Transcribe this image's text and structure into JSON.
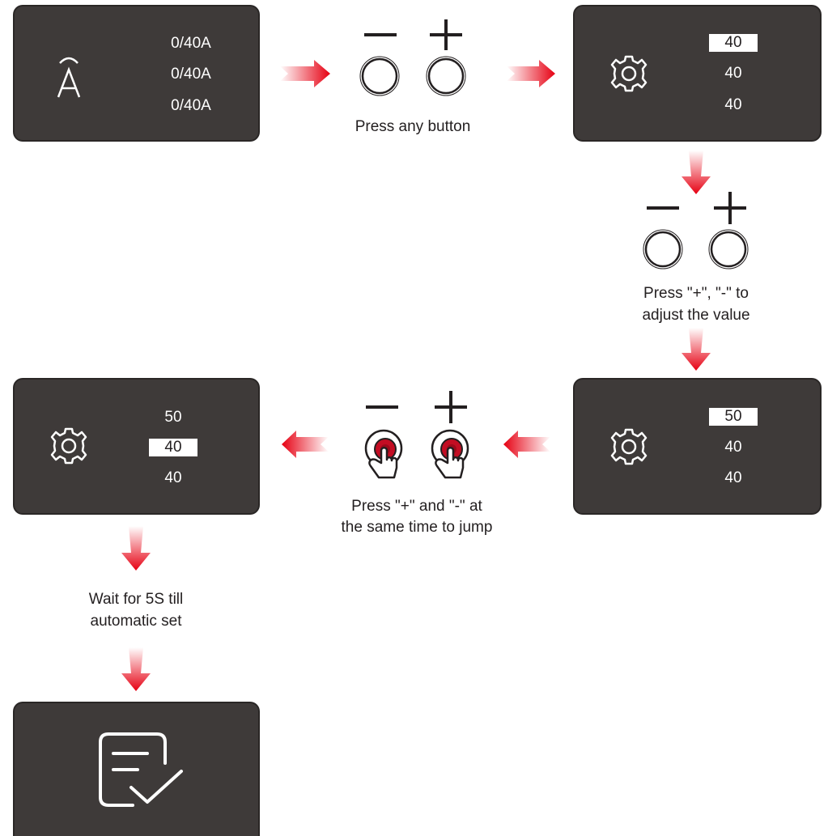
{
  "panels": {
    "current": {
      "values": [
        "0/40A",
        "0/40A",
        "0/40A"
      ],
      "icon": "ampere-icon"
    },
    "setting1": {
      "values": [
        "40",
        "40",
        "40"
      ],
      "highlight": 0,
      "icon": "gear-icon"
    },
    "setting2": {
      "values": [
        "50",
        "40",
        "40"
      ],
      "highlight": 0,
      "icon": "gear-icon"
    },
    "setting3": {
      "values": [
        "50",
        "40",
        "40"
      ],
      "highlight": 1,
      "icon": "gear-icon"
    },
    "done": {
      "icon": "document-check-icon"
    }
  },
  "captions": {
    "press_any": "Press any button",
    "adjust_1": "Press \"+\", \"-\" to",
    "adjust_2": "adjust the value",
    "jump_1": "Press \"+\" and \"-\" at",
    "jump_2": "the same time to jump",
    "wait_1": "Wait for 5S till",
    "wait_2": "automatic set"
  },
  "colors": {
    "panel": "#3e3a39",
    "arrow": "#e60012",
    "text": "#231f20"
  }
}
